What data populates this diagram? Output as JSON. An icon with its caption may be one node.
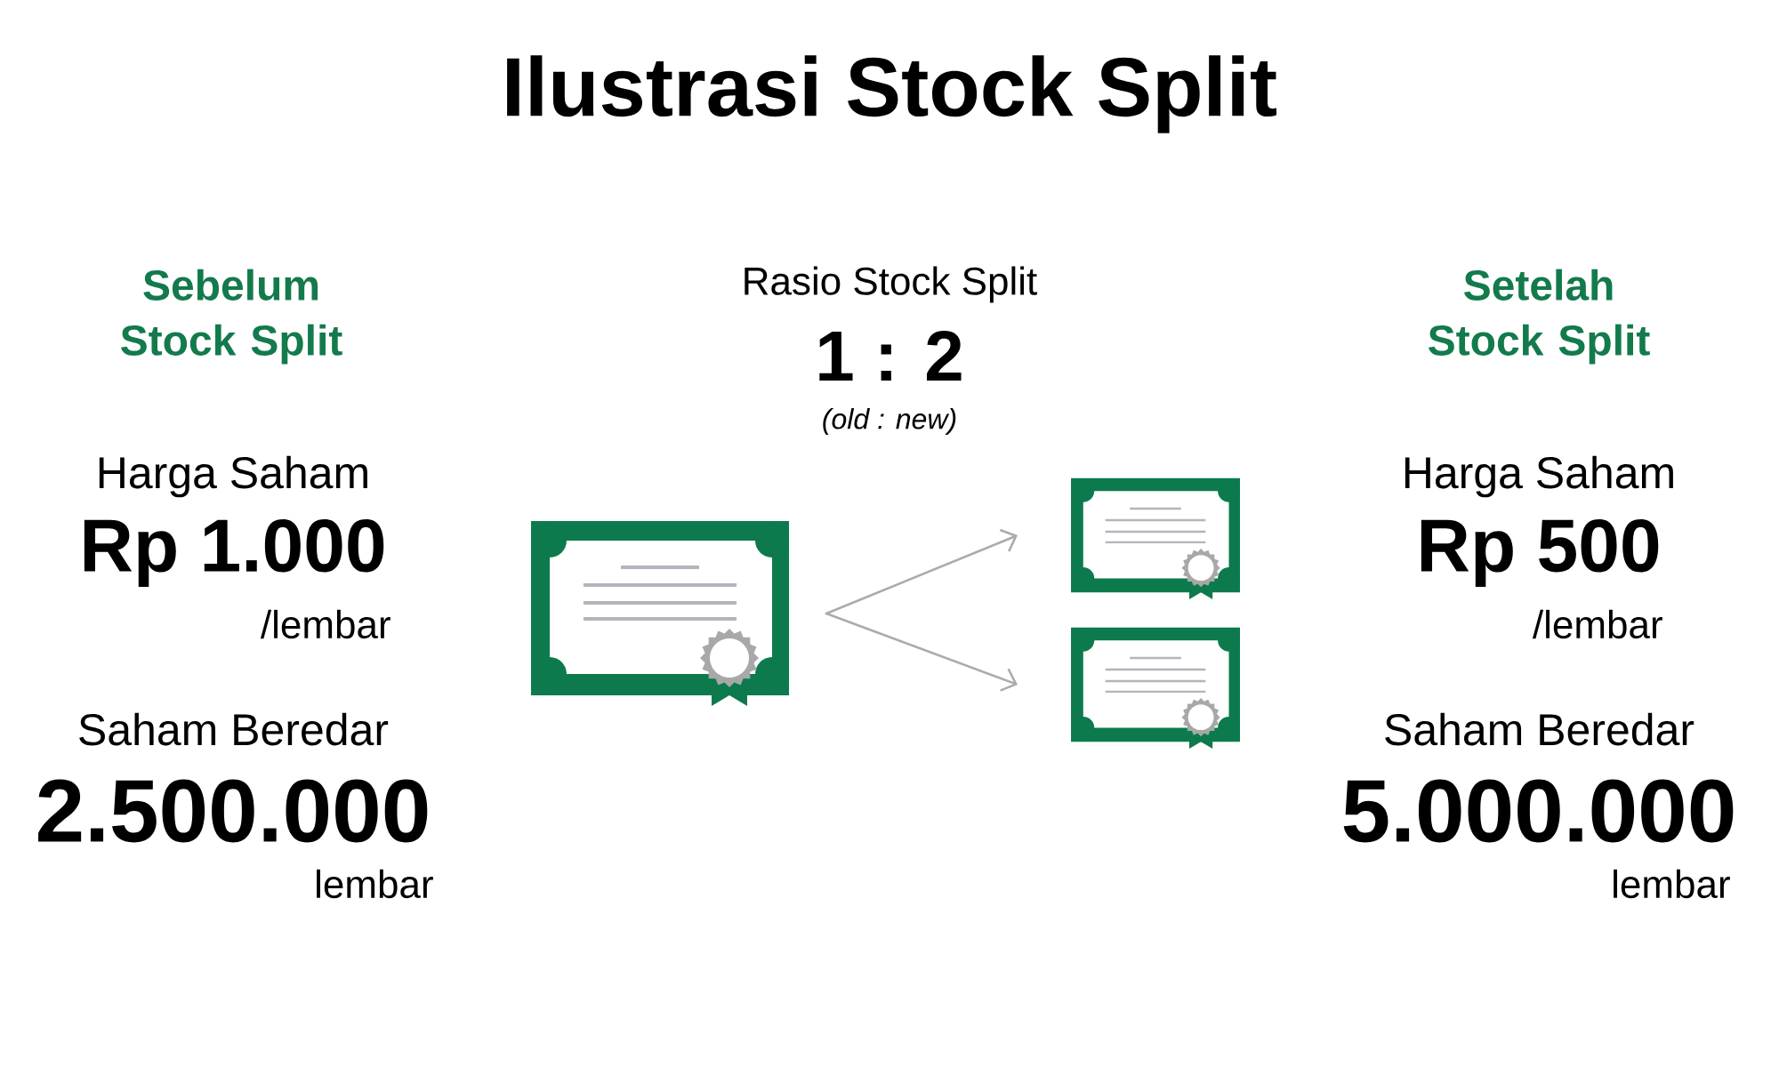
{
  "diagram": {
    "title": "Ilustrasi Stock Split",
    "nodes": [
      {
        "text": [],
        "shape": "picture"
      },
      {
        "text": [],
        "shape": "picture"
      },
      {
        "text": [],
        "shape": "picture"
      }
    ],
    "edges": [
      {
        "from": 0,
        "to": 1,
        "arrow": "to"
      },
      {
        "from": 0,
        "to": 2,
        "arrow": "to"
      }
    ],
    "labels": [
      "Sebelum Stock Split",
      "Rasio Stock Split",
      "1 : 2",
      "(old : new)",
      "Setelah Stock Split",
      "Harga Saham",
      "Rp 1.000",
      "/lembar",
      "Harga Saham",
      "Rp 500",
      "/lembar",
      "Saham Beredar",
      "2.500.000",
      "lembar",
      "Saham Beredar",
      "5.000.000",
      "lembar"
    ]
  }
}
